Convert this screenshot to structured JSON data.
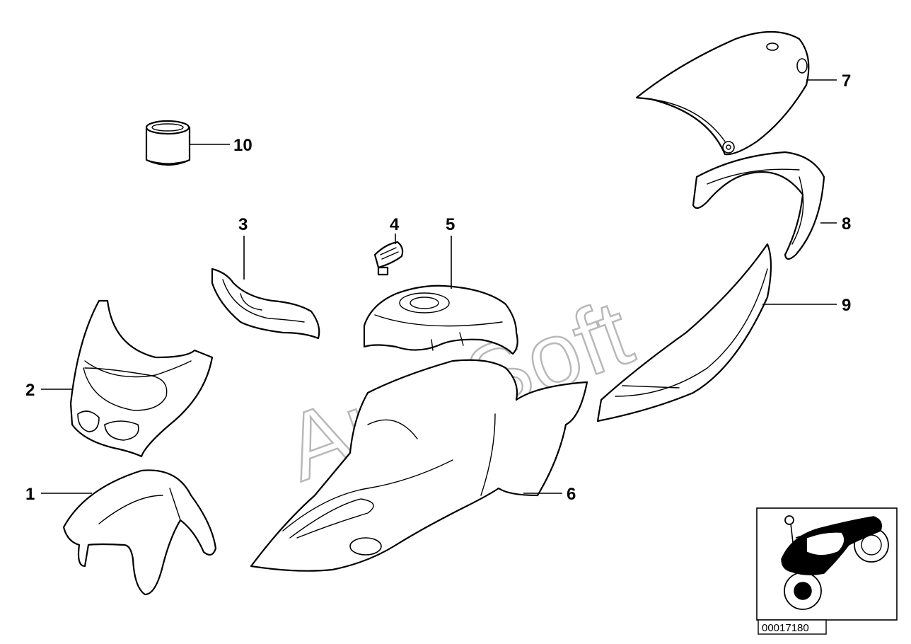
{
  "watermark": "AutoSoft",
  "diagram_code": "00017180",
  "callouts": [
    {
      "label": "1",
      "part": "front-fender"
    },
    {
      "label": "2",
      "part": "front-fairing"
    },
    {
      "label": "3",
      "part": "inner-panel"
    },
    {
      "label": "4",
      "part": "clip"
    },
    {
      "label": "5",
      "part": "tank-cover"
    },
    {
      "label": "6",
      "part": "side-panel"
    },
    {
      "label": "7",
      "part": "seat-cover"
    },
    {
      "label": "8",
      "part": "rear-cowl"
    },
    {
      "label": "9",
      "part": "rear-side-trim"
    },
    {
      "label": "10",
      "part": "grommet"
    }
  ]
}
